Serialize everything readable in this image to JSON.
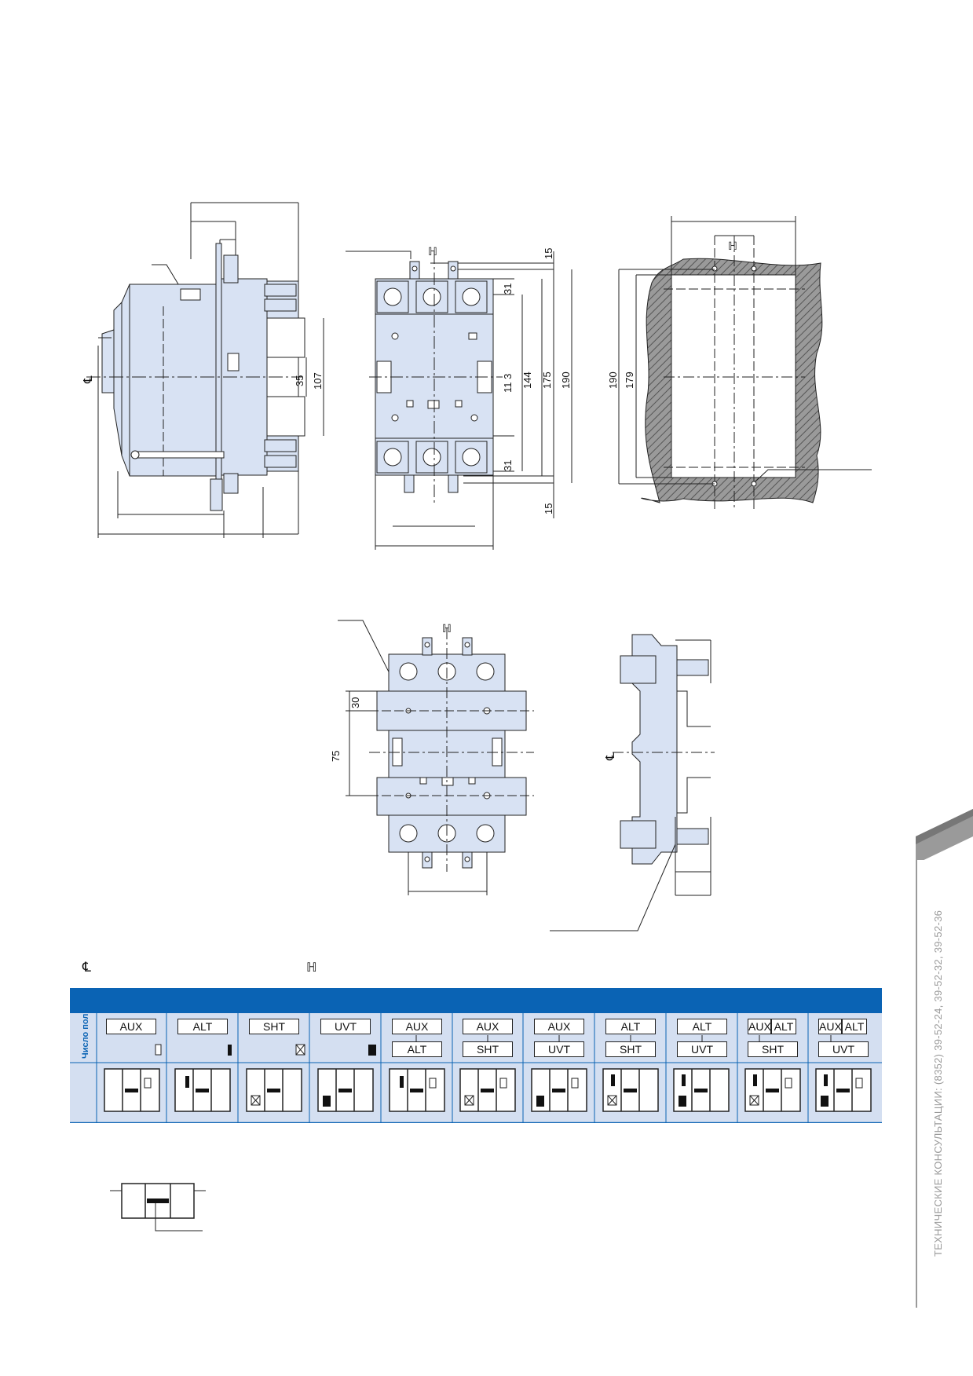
{
  "drawing_dims": {
    "front_15_top": "15",
    "front_15_bottom": "15",
    "front_31_top": "31",
    "front_31_bottom": "31",
    "front_113": "11 3",
    "front_144": "144",
    "front_175": "175",
    "front_190": "190",
    "side_35": "35",
    "side_107": "107",
    "cutout_190": "190",
    "cutout_179": "179",
    "rear_30": "30",
    "rear_75": "75"
  },
  "legend_symbols": {
    "centerline_note": "℄",
    "handle_note": "ℍ"
  },
  "accessory_table": {
    "row_label": "Число полюсов",
    "columns": [
      {
        "top": "AUX",
        "bottom": "",
        "symbol": "aux"
      },
      {
        "top": "ALT",
        "bottom": "",
        "symbol": "alt"
      },
      {
        "top": "SHT",
        "bottom": "",
        "symbol": "sht"
      },
      {
        "top": "UVT",
        "bottom": "",
        "symbol": "uvt"
      },
      {
        "top": "AUX",
        "bottom": "ALT",
        "symbol": "aux-alt"
      },
      {
        "top": "AUX",
        "bottom": "SHT",
        "symbol": "aux-sht"
      },
      {
        "top": "AUX",
        "bottom": "UVT",
        "symbol": "aux-uvt"
      },
      {
        "top": "ALT",
        "bottom": "SHT",
        "symbol": "alt-sht"
      },
      {
        "top": "ALT",
        "bottom": "UVT",
        "symbol": "alt-uvt"
      },
      {
        "top": "AUX",
        "top2": "ALT",
        "bottom": "SHT",
        "symbol": "aux-alt-sht"
      },
      {
        "top": "AUX",
        "top2": "ALT",
        "bottom": "UVT",
        "symbol": "aux-alt-uvt"
      }
    ]
  },
  "side_caption": "ТЕХНИЧЕСКИЕ КОНСУЛЬТАЦИИ: (8352) 39-52-24, 39-52-32, 39-52-36",
  "colors": {
    "table_header": "#0a63b4",
    "table_fill": "#d4dff1",
    "body_fill": "#d8e2f3",
    "label_blue": "#0a63b4"
  }
}
